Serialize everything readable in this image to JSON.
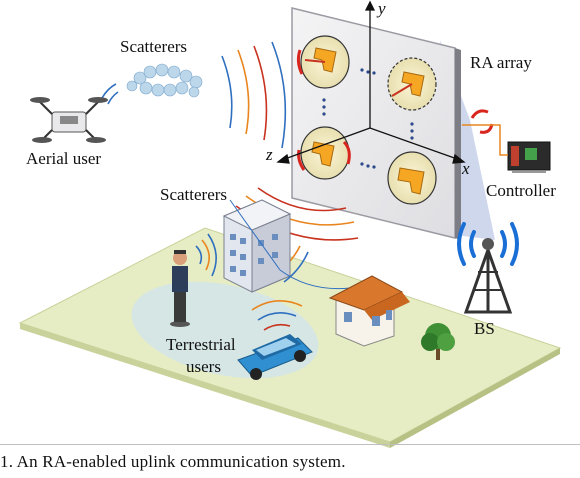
{
  "labels": {
    "scatterers_top": "Scatterers",
    "scatterers_mid": "Scatterers",
    "aerial_user": "Aerial user",
    "ra_array": "RA array",
    "controller": "Controller",
    "bs": "BS",
    "terrestrial_line1": "Terrestrial",
    "terrestrial_line2": "users"
  },
  "axes": {
    "x": "x",
    "y": "y",
    "z": "z"
  },
  "caption": "1.  An RA-enabled uplink communication system.",
  "colors": {
    "ground": "#e6edc4",
    "ground_edge": "#c9d29a",
    "panel": "#eeeeef",
    "wave_blue": "#2f6fbf",
    "wave_orange": "#e9851e",
    "wave_red": "#c8321e",
    "signal_blue": "#1a6fd6",
    "car": "#2f8fd0",
    "beam": "#b9c6e3"
  }
}
